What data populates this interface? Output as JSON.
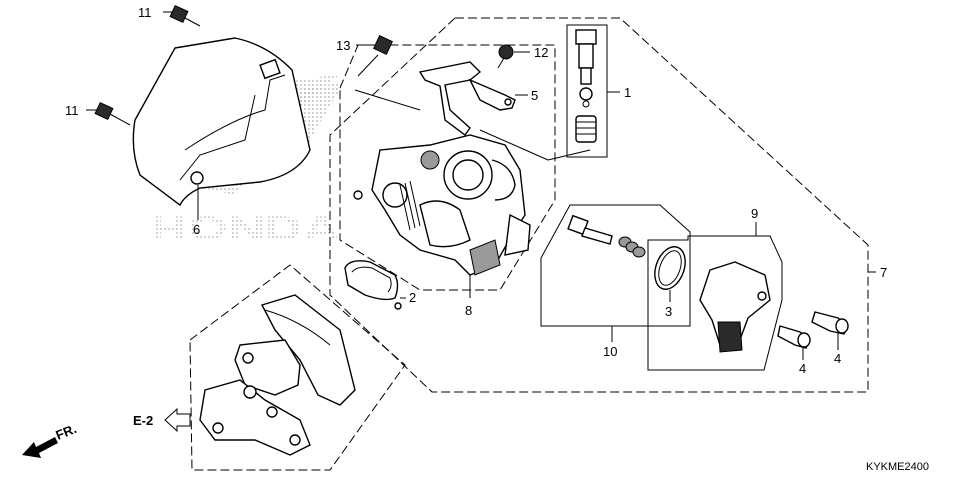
{
  "labels": {
    "p1": "1",
    "p2": "2",
    "p3": "3",
    "p4a": "4",
    "p4b": "4",
    "p5": "5",
    "p6": "6",
    "p7": "7",
    "p8": "8",
    "p9": "9",
    "p10": "10",
    "p11a": "11",
    "p11b": "11",
    "p12": "12",
    "p13": "13"
  },
  "ref": "E-2",
  "direction": "FR.",
  "watermark": "HONDA",
  "diagram_code": "KYKME2400",
  "colors": {
    "ink": "#000000",
    "dot": "#8a8a8a",
    "paper": "#ffffff"
  }
}
